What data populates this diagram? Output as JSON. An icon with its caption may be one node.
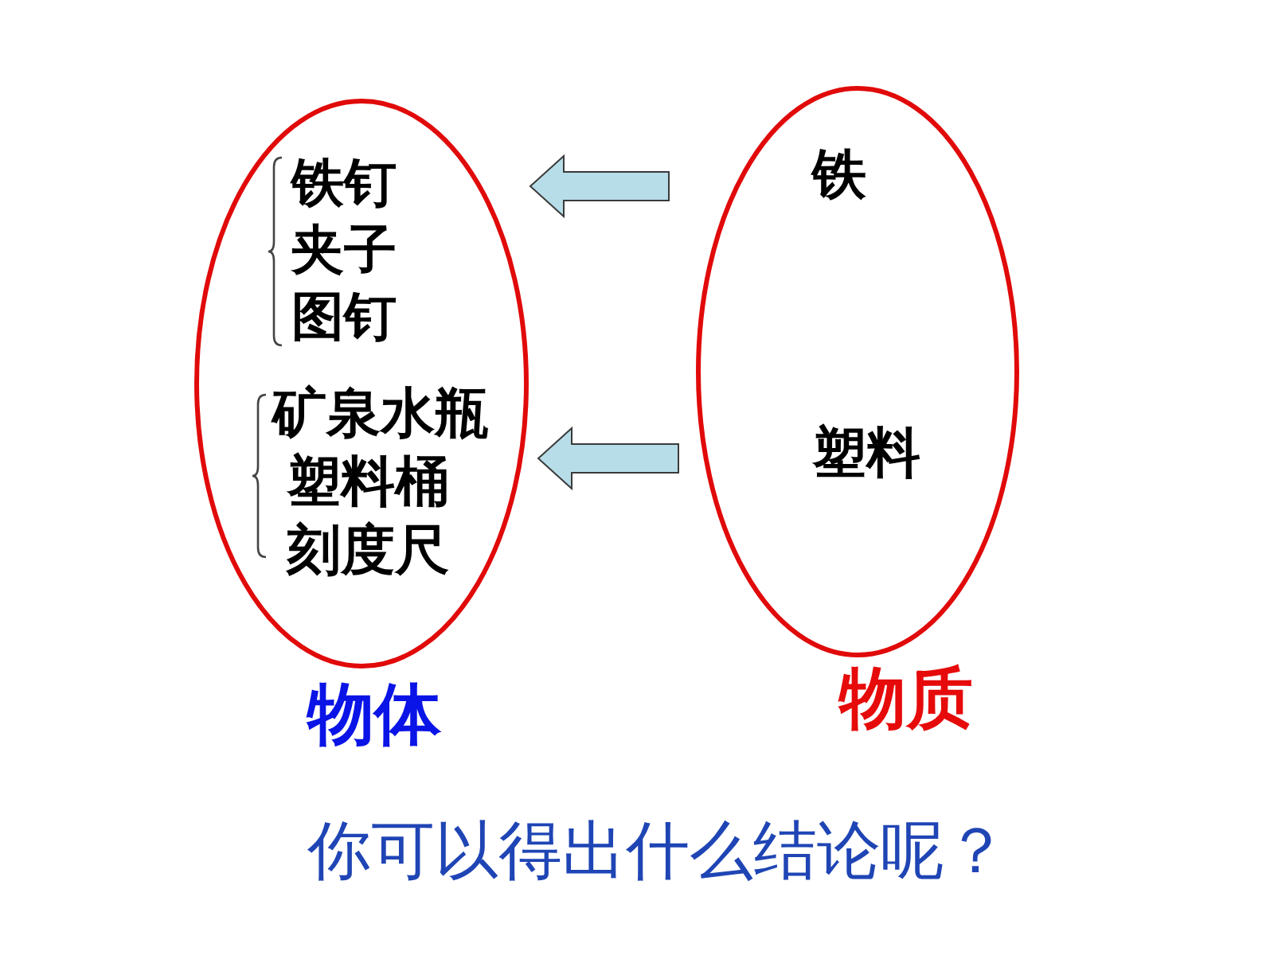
{
  "diagram": {
    "caption": "你可以得出什么结论呢？",
    "nodes": [
      {
        "text": [
          "物体"
        ]
      },
      {
        "text": [
          "铁钉",
          "夹子",
          "图钉"
        ],
        "in": 0
      },
      {
        "text": [
          "矿泉水瓶",
          "塑料桶",
          "刻度尺"
        ],
        "in": 0
      },
      {
        "text": [
          "物质"
        ]
      },
      {
        "text": [
          "铁"
        ],
        "in": 3
      },
      {
        "text": [
          "塑料"
        ],
        "in": 3
      }
    ],
    "edges": [
      {
        "from": 3,
        "to": 0,
        "arrow": "to"
      },
      {
        "from": 3,
        "to": 0,
        "arrow": "to"
      }
    ]
  }
}
